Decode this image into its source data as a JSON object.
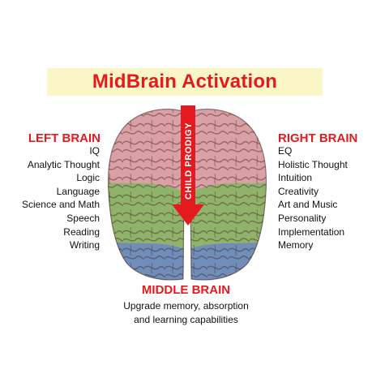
{
  "title": "MidBrain Activation",
  "arrow_label": "CHILD PRODIGY",
  "left": {
    "heading": "LEFT BRAIN",
    "items": [
      "IQ",
      "Analytic Thought",
      "Logic",
      "Language",
      "Science and Math",
      "Speech",
      "Reading",
      "Writing"
    ]
  },
  "right": {
    "heading": "RIGHT BRAIN",
    "items": [
      "EQ",
      "Holistic Thought",
      "Intuition",
      "Creativity",
      "Art and Music",
      "Personality",
      "Implementation",
      "Memory"
    ]
  },
  "middle": {
    "heading": "MIDDLE BRAIN",
    "lines": [
      "Upgrade memory, absorption",
      "and learning capabilities"
    ]
  },
  "colors": {
    "accent": "#e51a1f",
    "title_band": "#fbf6c8",
    "frontal_lobe": "#d9a0a6",
    "parietal_lobe": "#8fb36a",
    "occipital_lobe": "#6f8fba"
  }
}
